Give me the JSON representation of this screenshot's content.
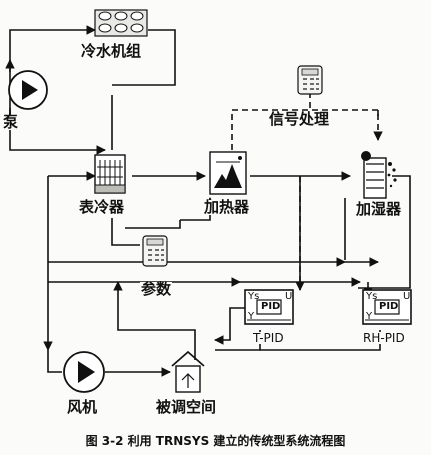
{
  "components": {
    "chiller": {
      "label": "冷水机组",
      "icon": "chiller-unit-icon"
    },
    "pump": {
      "label": "泵",
      "icon": "pump-icon"
    },
    "signal_processing": {
      "label": "信号处理",
      "icon": "calculator-icon"
    },
    "cooling_coil": {
      "label": "表冷器",
      "icon": "cooling-coil-icon"
    },
    "heater": {
      "label": "加热器",
      "icon": "heater-icon"
    },
    "humidifier": {
      "label": "加湿器",
      "icon": "humidifier-icon"
    },
    "parameters": {
      "label": "参数",
      "icon": "calculator-icon"
    },
    "t_pid": {
      "label": "T-PID",
      "box_text": "PID",
      "input_top": "Ys",
      "input_bottom": "Y",
      "output": "U"
    },
    "rh_pid": {
      "label": "RH-PID",
      "box_text": "PID",
      "input_top": "Ys",
      "input_bottom": "Y",
      "output": "U"
    },
    "fan": {
      "label": "风机",
      "icon": "fan-icon"
    },
    "conditioned_space": {
      "label": "被调空间",
      "icon": "building-icon"
    }
  },
  "caption": "图 3-2  利用 TRNSYS 建立的传统型系统流程图",
  "colors": {
    "line": "#111111",
    "background": "#fbfbf9"
  }
}
